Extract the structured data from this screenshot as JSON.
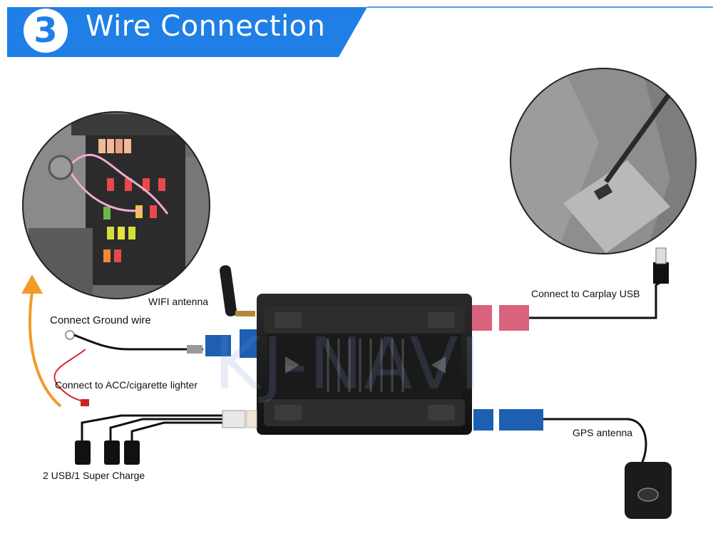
{
  "header": {
    "step_number": "3",
    "title": "Wire Connection"
  },
  "labels": {
    "wifi_antenna": "WIFI antenna",
    "ground_wire": "Connect Ground wire",
    "acc": "Connect to ACC/cigarette lighter",
    "carplay_usb": "Connect to Carplay USB",
    "gps_antenna": "GPS antenna",
    "usb_charge": "2 USB/1 Super Charge"
  },
  "watermark": "KJ-NAVI",
  "colors": {
    "banner_blue": "#1f7fe6",
    "arrow_orange": "#f29a26",
    "connector_blue": "#1d5fb0",
    "connector_pink": "#d9637c",
    "box_black": "#1b1b1b"
  }
}
